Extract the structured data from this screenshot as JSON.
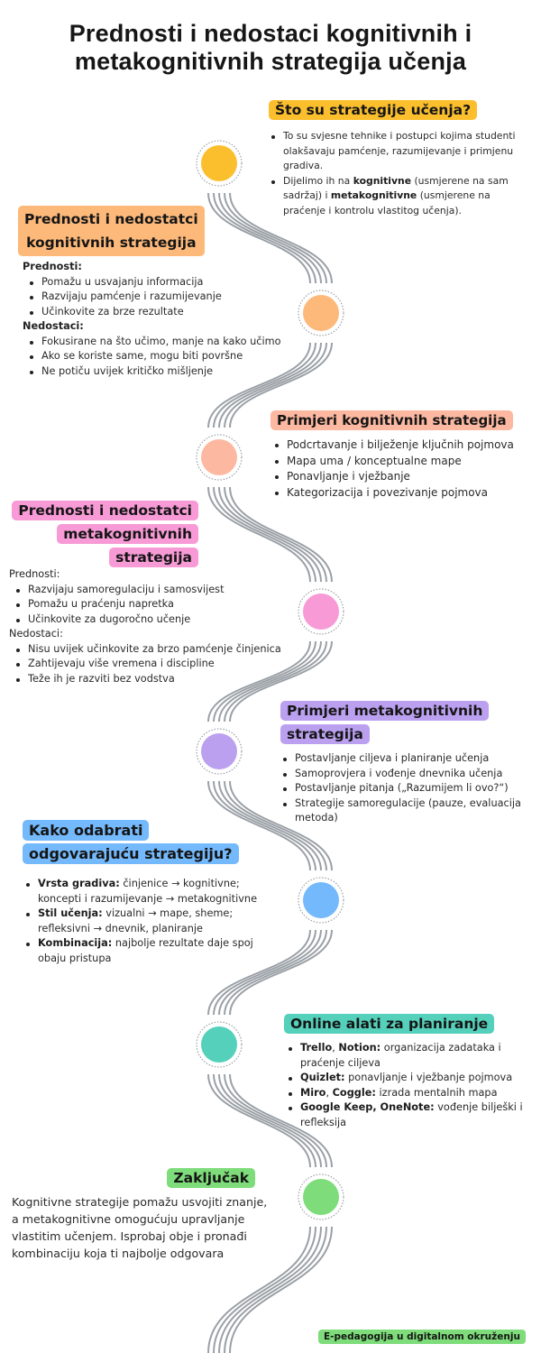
{
  "title": {
    "line1": "Prednosti i nedostaci kognitivnih i",
    "line2": "metakognitivnih strategija učenja"
  },
  "colors": {
    "yellow": "#fbbf2e",
    "orange": "#fdb97a",
    "salmon": "#fcb8a1",
    "pink": "#f79ad6",
    "purple": "#bba0f0",
    "blue": "#74b9fb",
    "teal": "#55d0bb",
    "green": "#7edc7a",
    "path": "#9aa0a6"
  },
  "sections": {
    "what": {
      "heading": "Što su strategije učenja?",
      "items": [
        {
          "parts": [
            {
              "t": "To su svjesne tehnike i postupci kojima studenti olakšavaju pamćenje, razumijevanje i primjenu gradiva.",
              "b": false
            }
          ]
        },
        {
          "parts": [
            {
              "t": "Dijelimo ih na ",
              "b": false
            },
            {
              "t": "kognitivne",
              "b": true
            },
            {
              "t": " (usmjerene na sam sadržaj) i ",
              "b": false
            },
            {
              "t": "metakognitivne",
              "b": true
            },
            {
              "t": " (usmjerene na praćenje i kontrolu vlastitog učenja).",
              "b": false
            }
          ]
        }
      ]
    },
    "cognitive_pros_cons": {
      "heading_lines": [
        "Prednosti i nedostatci",
        "kognitivnih strategija"
      ],
      "pros_label": "Prednosti:",
      "pros": [
        "Pomažu u usvajanju informacija",
        "Razvijaju pamćenje i razumijevanje",
        "Učinkovite za brze rezultate"
      ],
      "cons_label": "Nedostaci:",
      "cons": [
        "Fokusirane na što učimo, manje na kako učimo",
        "Ako se koriste same, mogu biti površne",
        "Ne potiču uvijek kritičko mišljenje"
      ]
    },
    "cognitive_examples": {
      "heading": "Primjeri kognitivnih strategija",
      "items": [
        "Podcrtavanje i bilježenje ključnih pojmova",
        "Mapa uma / konceptualne mape",
        "Ponavljanje i vježbanje",
        "Kategorizacija i povezivanje pojmova"
      ]
    },
    "meta_pros_cons": {
      "heading_lines": [
        "Prednosti i nedostatci",
        "metakognitivnih",
        "strategija"
      ],
      "pros_label": "Prednosti:",
      "pros": [
        "Razvijaju samoregulaciju i samosvijest",
        "Pomažu u praćenju napretka",
        "Učinkovite za dugoročno učenje"
      ],
      "cons_label": "Nedostaci:",
      "cons": [
        "Nisu uvijek učinkovite za brzo pamćenje činjenica",
        "Zahtijevaju više vremena i discipline",
        "Teže ih je razviti bez vodstva"
      ]
    },
    "meta_examples": {
      "heading_lines": [
        "Primjeri metakognitivnih",
        "strategija"
      ],
      "items": [
        "Postavljanje ciljeva i planiranje učenja",
        "Samoprovjera i vođenje dnevnika učenja",
        "Postavljanje pitanja („Razumijem li ovo?“)",
        "Strategije samoregulacije (pauze, evaluacija metoda)"
      ]
    },
    "choose": {
      "heading_lines": [
        "Kako odabrati",
        "odgovarajuću strategiju?"
      ],
      "items": [
        {
          "label": "Vrsta gradiva:",
          "text": " činjenice → kognitivne; koncepti i razumijevanje → metakognitivne"
        },
        {
          "label": "Stil učenja:",
          "text": " vizualni → mape, sheme; refleksivni → dnevnik, planiranje"
        },
        {
          "label": "Kombinacija:",
          "text": " najbolje rezultate daje spoj obaju pristupa"
        }
      ]
    },
    "tools": {
      "heading": "Online alati za planiranje",
      "items": [
        {
          "label": "Trello",
          "sep": ", ",
          "label2": "Notion:",
          "text": " organizacija zadataka i praćenje ciljeva"
        },
        {
          "label": "Quizlet:",
          "sep": "",
          "label2": "",
          "text": " ponavljanje i vježbanje pojmova"
        },
        {
          "label": "Miro",
          "sep": ", ",
          "label2": "Coggle:",
          "text": " izrada mentalnih mapa"
        },
        {
          "label": "Google Keep, OneNote:",
          "sep": "",
          "label2": "",
          "text": " vođenje bilješki i refleksija"
        }
      ]
    },
    "conclusion": {
      "heading": "Zaključak",
      "text": "Kognitivne strategije pomažu usvojiti znanje, a metakognitivne omogućuju upravljanje vlastitim učenjem. Isprobaj obje i pronađi kombinaciju koja ti najbolje odgovara"
    }
  },
  "footer": "E-pedagogija u digitalnom okruženju"
}
